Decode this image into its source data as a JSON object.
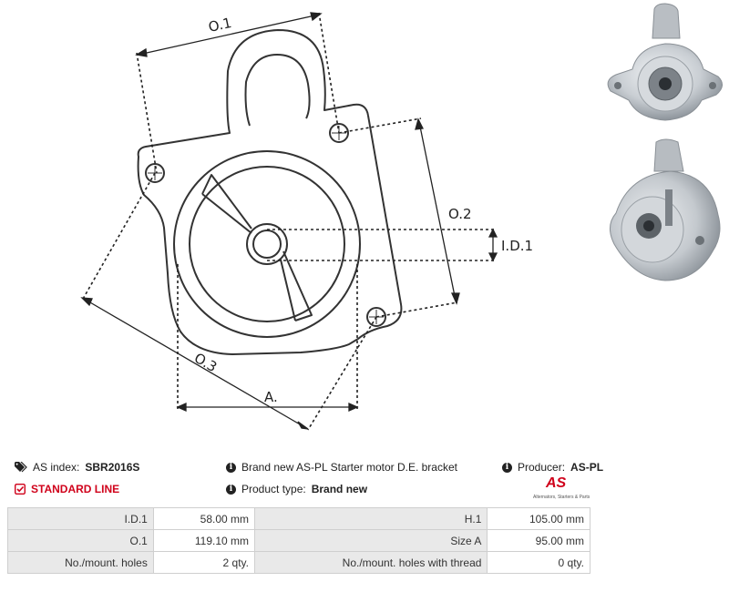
{
  "drawing": {
    "labels": {
      "o1": "O.1",
      "o2": "O.2",
      "o3": "O.3",
      "id1": "I.D.1",
      "a": "A."
    }
  },
  "photos": {
    "top_icon": "starter-bracket-top-view-photo",
    "bottom_icon": "starter-bracket-side-view-photo"
  },
  "info": {
    "as_index_label": "AS index:",
    "as_index_value": "SBR2016S",
    "line_label": "STANDARD LINE",
    "description": "Brand new AS-PL Starter motor D.E. bracket",
    "product_type_label": "Product type:",
    "product_type_value": "Brand new",
    "producer_label": "Producer:",
    "producer_value": "AS-PL",
    "logo_text": "AS",
    "logo_tagline": "Alternators, Starters & Parts"
  },
  "colors": {
    "accent": "#d0021b",
    "label_bg": "#e9e9e9",
    "border": "#cfcfcf"
  },
  "specs": [
    {
      "l1": "I.D.1",
      "v1": "58.00 mm",
      "l2": "H.1",
      "v2": "105.00 mm"
    },
    {
      "l1": "O.1",
      "v1": "119.10 mm",
      "l2": "Size A",
      "v2": "95.00 mm"
    },
    {
      "l1": "No./mount. holes",
      "v1": "2 qty.",
      "l2": "No./mount. holes with thread",
      "v2": "0 qty."
    }
  ]
}
